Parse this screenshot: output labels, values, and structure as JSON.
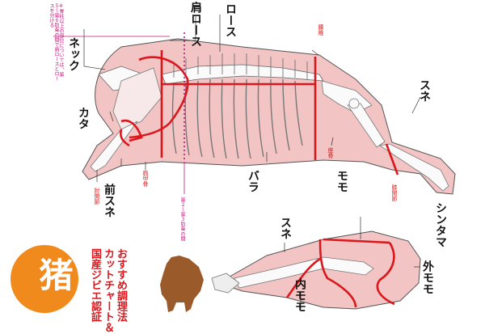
{
  "colors": {
    "meat": "#f3c4c4",
    "meat_dark": "#e9a9a9",
    "bone": "#f5f5f5",
    "cut_line": "#d9171c",
    "magenta": "#c0187a",
    "logo_orange": "#f08a1c",
    "pig_brown": "#9a5a2a"
  },
  "labels": {
    "kata_rosu": "肩ロース",
    "rosu": "ロース",
    "neck": "ネック",
    "kata": "カタ",
    "mae_sune": "前スネ",
    "bara": "バラ",
    "momo": "モモ",
    "sune_top": "スネ",
    "sune_bottom": "スネ",
    "shintama": "シンタマ",
    "soto_momo": "外モモ",
    "uchi_momo": "内モモ"
  },
  "joints": {
    "yotsui": "腰椎",
    "zakotsu": "座骨",
    "kenkotsu": "肩甲骨",
    "chuukotsu": "肘関節",
    "shitsu": "膝関節"
  },
  "notes": {
    "rib_note": "第２〜第３肋骨の間",
    "side_note": "※脊柱以上の部位については、第５〜第６肋骨の間で肩ロースとロースを分ける"
  },
  "title": {
    "logo_char": "猪",
    "line1": "国産ジビエ認証",
    "line2": "カットチャート＆",
    "line3": "おすすめ調理法"
  }
}
